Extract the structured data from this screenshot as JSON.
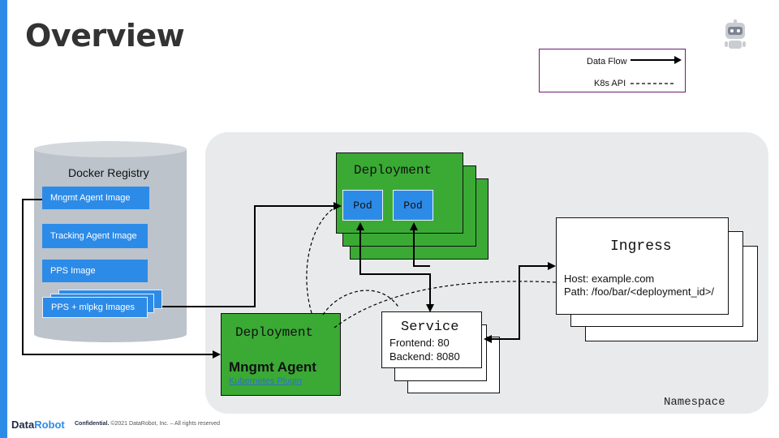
{
  "slide": {
    "title": "Overview",
    "namespace_label": "Namespace"
  },
  "legend": {
    "data_flow_label": "Data Flow",
    "k8s_api_label": "K8s API"
  },
  "registry": {
    "title": "Docker Registry",
    "images": [
      "Mngmt Agent Image",
      "Tracking Agent Image",
      "PPS Image",
      "PPS + mlpkg Images"
    ]
  },
  "deployment_top": {
    "label": "Deployment",
    "pods": [
      "Pod",
      "Pod"
    ]
  },
  "deployment_agent": {
    "label": "Deployment",
    "name": "Mngmt Agent",
    "link": "Kubernetes Plugin"
  },
  "service": {
    "label": "Service",
    "frontend": "Frontend: 80",
    "backend": "Backend: 8080"
  },
  "ingress": {
    "label": "Ingress",
    "host": "Host: example.com",
    "path": "Path: /foo/bar/<deployment_id>/"
  },
  "footer": {
    "brand_part1": "Data",
    "brand_part2": "Robot",
    "confidential": "Confidential.",
    "copyright": "©2021 DataRobot, Inc. – All rights reserved"
  },
  "colors": {
    "accent_blue": "#2d8be8",
    "green": "#3aaa35",
    "namespace_bg": "#e8eaec",
    "registry_gray": "#bcc3cb",
    "legend_border": "#6a1d6f"
  }
}
